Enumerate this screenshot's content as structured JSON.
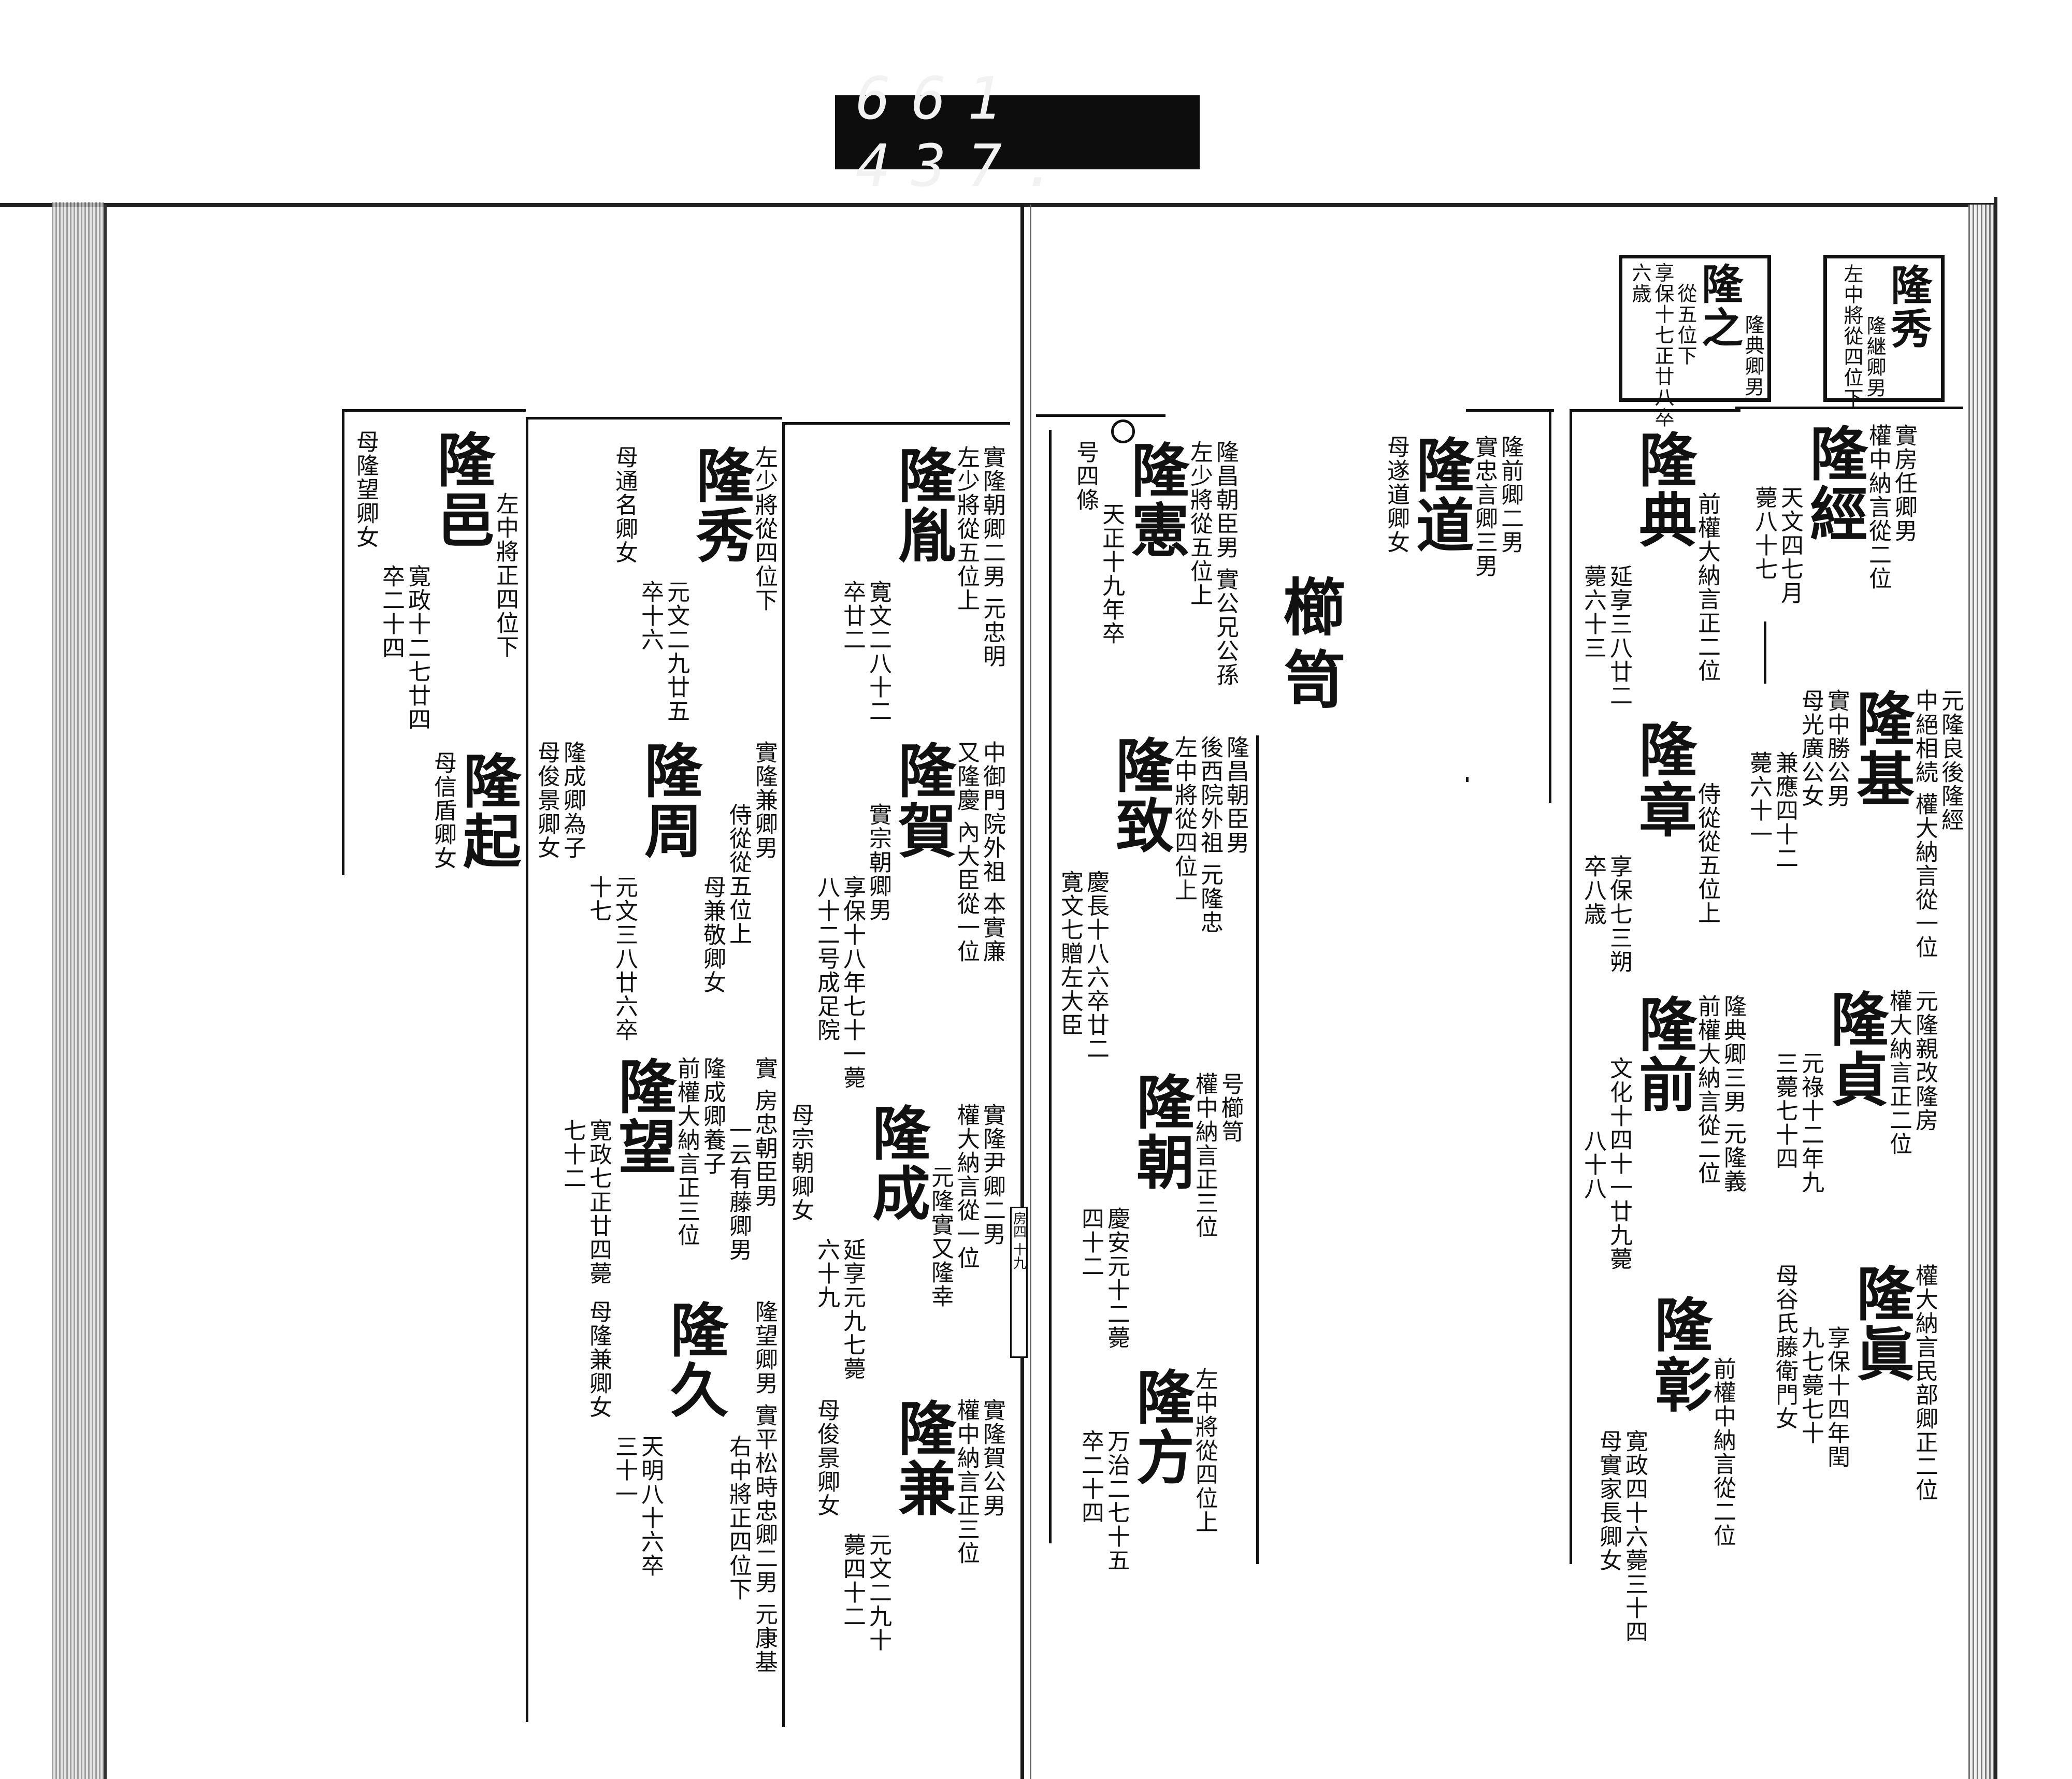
{
  "film_label": "661  437.",
  "page_marker": "房四 十九",
  "heading": "櫛笥",
  "boxed_entries": [
    {
      "name": "隆秀",
      "notes": [
        "隆継卿男",
        "左中將從四位下"
      ]
    },
    {
      "name": "隆之",
      "notes": [
        "隆典卿男",
        "從五位下",
        "享保十七正廿八卒",
        "六歳"
      ]
    }
  ],
  "entries": [
    {
      "name": "隆經",
      "pre": [
        "實房任卿男",
        "權中納言從二位"
      ],
      "post": [
        "天文四七月",
        "薨八十七"
      ]
    },
    {
      "name": "隆基",
      "pre": [
        "元隆良後隆經",
        "中絕相続 權大納言從一位"
      ],
      "post": [
        "實中勝公男",
        "母光廣公女",
        "兼應四十二",
        "薨六十一"
      ]
    },
    {
      "name": "隆貞",
      "pre": [
        "元隆親改隆房",
        "權大納言正二位"
      ],
      "post": [
        "元祿十二年九",
        "三薨七十四"
      ]
    },
    {
      "name": "隆眞",
      "pre": [
        "權大納言民部卿正二位"
      ],
      "post": [
        "享保十四年閏",
        "九七薨七十",
        "母谷氏藤衛門女"
      ]
    },
    {
      "name": "隆典",
      "pre": [
        "前權大納言正二位"
      ],
      "post": [
        "延享三八廿二",
        "薨六十三"
      ]
    },
    {
      "name": "隆章",
      "pre": [
        "侍從從五位上"
      ],
      "post": [
        "享保七三朔",
        "卒八歳"
      ]
    },
    {
      "name": "隆前",
      "pre": [
        "隆典卿三男 元隆義",
        "前權大納言從二位"
      ],
      "post": [
        "文化十四十一廿九薨",
        "八十八"
      ]
    },
    {
      "name": "隆彰",
      "pre": [
        "前權中納言從二位"
      ],
      "post": [
        "寛政四十六薨三十四",
        "母實家長卿女"
      ]
    },
    {
      "name": "隆道",
      "pre": [
        "隆前卿二男",
        "實忠言卿三男"
      ],
      "post": [
        "母遂道卿女"
      ]
    },
    {
      "name": "隆憲",
      "pre": [
        "隆昌朝臣男 實公兄公孫",
        "左少將從五位上"
      ],
      "post": [
        "天正十九年卒",
        "号四條"
      ]
    },
    {
      "name": "隆致",
      "pre": [
        "隆昌朝臣男",
        "後西院外祖 元隆忠",
        "左中將從四位上"
      ],
      "post": [
        "慶長十八六卒廿二",
        "寛文七贈左大臣"
      ]
    },
    {
      "name": "隆朝",
      "pre": [
        "号櫛笥",
        "權中納言正三位"
      ],
      "post": [
        "慶安元十二薨",
        "四十二"
      ]
    },
    {
      "name": "隆方",
      "pre": [
        "左中將從四位上"
      ],
      "post": [
        "万治二七十五",
        "卒二十四"
      ]
    },
    {
      "name": "隆胤",
      "pre": [
        "實隆朝卿二男 元忠明",
        "左少將從五位上"
      ],
      "post": [
        "寛文二八十二",
        "卒廿二"
      ]
    },
    {
      "name": "隆賀",
      "pre": [
        "中御門院外祖 本實廉",
        "又隆慶 內大臣從一位",
        "實宗朝卿男"
      ],
      "post": [
        "享保十八年七十一薨",
        "八十二号成足院"
      ]
    },
    {
      "name": "隆成",
      "pre": [
        "實隆尹卿二男",
        "權大納言從一位",
        "元隆實又隆幸"
      ],
      "post": [
        "延享元九七薨",
        "六十九",
        "母宗朝卿女"
      ]
    },
    {
      "name": "隆兼",
      "pre": [
        "實隆賀公男",
        "權中納言正三位"
      ],
      "post": [
        "元文二九十",
        "薨四十二",
        "母俊景卿女"
      ]
    },
    {
      "name": "隆秀",
      "pre": [
        "左少將從四位下"
      ],
      "post": [
        "元文二九廿五",
        "卒十六",
        "母通名卿女"
      ]
    },
    {
      "name": "隆周",
      "pre": [
        "實隆兼卿男",
        "侍從從五位上",
        "母兼敬卿女"
      ],
      "post": [
        "元文三八廿六卒",
        "十七",
        "隆成卿為子",
        "母俊景卿女"
      ]
    },
    {
      "name": "隆望",
      "pre": [
        "實 房忠朝臣男",
        "一云有藤卿男",
        "隆成卿養子",
        "前權大納言正三位"
      ],
      "post": [
        "寛政七正廿四薨",
        "七十二"
      ]
    },
    {
      "name": "隆久",
      "pre": [
        "隆望卿男 實平松時忠卿二男 元康基",
        "右中將正四位下"
      ],
      "post": [
        "天明八十六卒",
        "三十一",
        "母隆兼卿女"
      ]
    },
    {
      "name": "隆邑",
      "pre": [
        "左中將正四位下"
      ],
      "post": [
        "寛政十二七廿四",
        "卒二十四",
        "母隆望卿女"
      ]
    },
    {
      "name": "隆起",
      "pre": [],
      "post": [
        "母信盾卿女"
      ]
    }
  ]
}
